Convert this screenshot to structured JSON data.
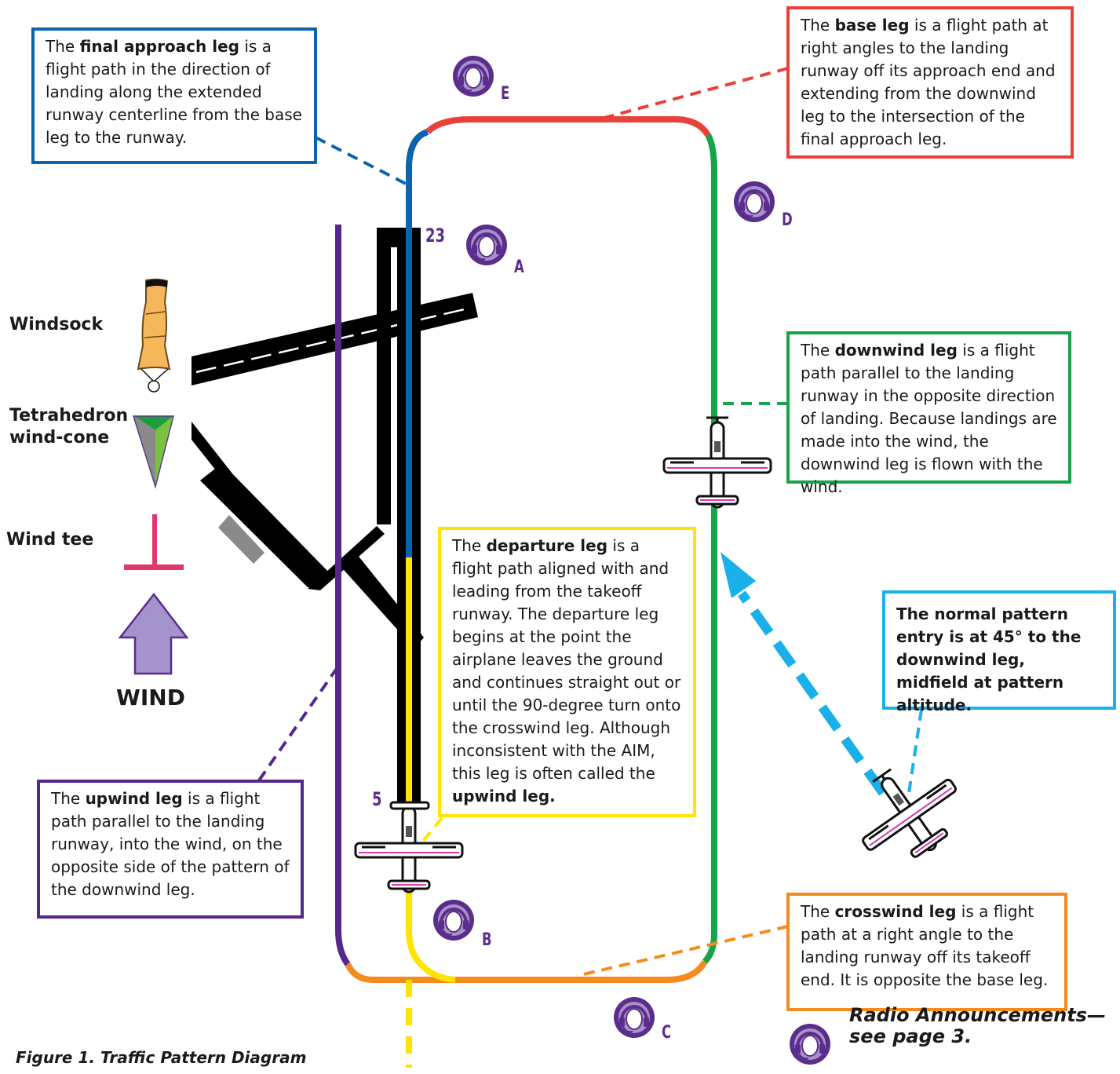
{
  "boxes": {
    "final": {
      "pre": "The ",
      "term": "final approach leg",
      "post": " is a flight path in the direction of landing along the extended runway centerline from the base leg to the runway."
    },
    "base": {
      "pre": "The ",
      "term": "base leg",
      "post": " is a flight path at right angles to the landing runway off its approach end and extending from the downwind leg to the intersection of the final approach leg."
    },
    "downwind": {
      "pre": "The ",
      "term": "downwind leg",
      "post": " is a flight path parallel to the landing runway in the opposite direction of landing. Because landings are made into the wind, the downwind leg is flown with the wind."
    },
    "departure": {
      "pre": "The ",
      "term": "departure leg",
      "post": " is a flight path aligned with and leading from the takeoff runway. The departure leg begins at the point the airplane leaves the ground and continues straight out or until the 90-degree turn onto the crosswind leg. Although inconsistent with the AIM, this leg is often called the ",
      "term2": "upwind leg."
    },
    "upwind": {
      "pre": "The ",
      "term": "upwind leg",
      "post": " is a flight path parallel to the landing runway, into the wind, on the opposite side of the pattern of the downwind leg."
    },
    "crosswind": {
      "pre": "The ",
      "term": "crosswind leg",
      "post": " is a flight path at a right angle to the landing runway off its takeoff end. It is opposite the base leg."
    },
    "entry": {
      "text": "The normal pattern entry is at 45° to the downwind leg, midfield at pattern altitude."
    }
  },
  "indicators": {
    "windsock": "Windsock",
    "tetra_1": "Tetrahedron",
    "tetra_2": "wind-cone",
    "tee": "Wind tee",
    "wind": "WIND"
  },
  "runway_numbers": {
    "top": "23",
    "bottom": "5"
  },
  "radio_points": [
    "A",
    "B",
    "C",
    "D",
    "E"
  ],
  "caption": "Figure 1. Traffic Pattern Diagram",
  "radio_note": {
    "line1": "Radio Announcements—",
    "line2": "see page 3."
  },
  "colors": {
    "final": "#0a64ad",
    "base": "#e8403a",
    "downwind": "#16a34a",
    "crosswind": "#f58b1f",
    "upwind": "#55288d",
    "departure": "#ffe400",
    "entry": "#1ab0ea",
    "radio": "#5b2d8c"
  }
}
